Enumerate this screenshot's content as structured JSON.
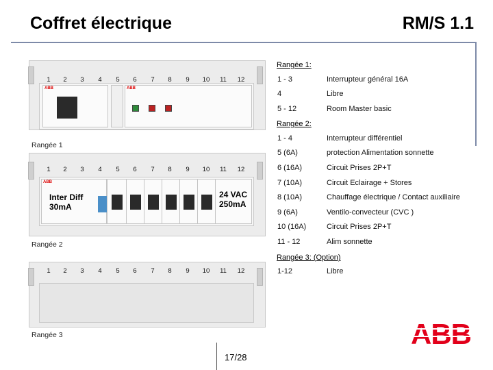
{
  "header": {
    "title_left": "Coffret électrique",
    "title_right": "RM/S 1.1"
  },
  "diagram": {
    "slot_numbers": [
      "1",
      "2",
      "3",
      "4",
      "5",
      "6",
      "7",
      "8",
      "9",
      "10",
      "11",
      "12"
    ],
    "rangee_1_label": "Rangée 1",
    "rangee_2_label": "Rangée 2",
    "rangee_3_label": "Rangée 3",
    "inter_diff_label": "Inter Diff\n30mA",
    "supply_label": "24 VAC\n250mA",
    "brand_mini": "ABB"
  },
  "legend": {
    "rangee_1": {
      "heading": "Rangée 1:",
      "rows": [
        {
          "position": "1 - 3",
          "description": "Interrupteur général 16A"
        },
        {
          "position": "4",
          "description": "Libre"
        },
        {
          "position": "5 - 12",
          "description": "Room Master basic"
        }
      ]
    },
    "rangee_2": {
      "heading": "Rangée 2:",
      "rows": [
        {
          "position": "1 - 4",
          "description": "Interrupteur différentiel"
        },
        {
          "position": "5 (6A)",
          "description": "protection Alimentation sonnette"
        },
        {
          "position": "6 (16A)",
          "description": "Circuit Prises 2P+T"
        },
        {
          "position": "7 (10A)",
          "description": "Circuit Eclairage + Stores"
        },
        {
          "position": "8 (10A)",
          "description": "Chauffage électrique / Contact auxiliaire"
        },
        {
          "position": "9 (6A)",
          "description": "Ventilo-convecteur (CVC )"
        },
        {
          "position": "10 (16A)",
          "description": "Circuit Prises 2P+T"
        },
        {
          "position": "11 - 12",
          "description": "Alim sonnette"
        }
      ]
    },
    "rangee_3": {
      "heading": "Rangée  3:",
      "heading_option": "(Option)",
      "rows": [
        {
          "position": "1-12",
          "description": "Libre"
        }
      ]
    }
  },
  "logo": {
    "text": "ABB",
    "color": "#e2001a"
  },
  "footer": {
    "page_number": "17/28"
  }
}
